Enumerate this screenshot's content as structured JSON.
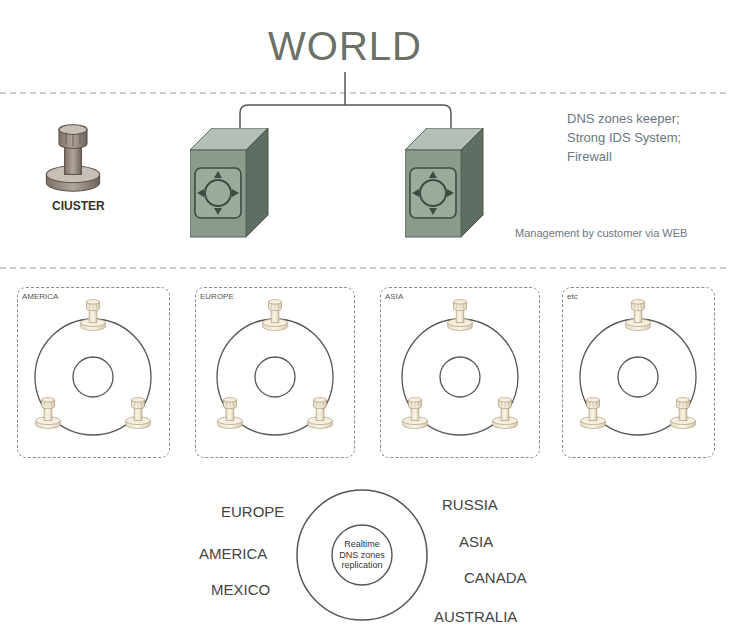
{
  "diagram": {
    "title": "WORLD",
    "nodes": [
      {
        "text": [
          "AMERICA"
        ]
      },
      {
        "text": [
          "EUROPE"
        ]
      },
      {
        "text": [
          "ASIA"
        ]
      },
      {
        "text": [
          "etc"
        ]
      },
      {
        "text": [
          "Realtime DNS zones replication"
        ]
      }
    ],
    "labels": [
      "CIUSTER",
      "DNS zones keeper;",
      "Strong IDS System;",
      "Firewall",
      "Management by customer via WEB",
      "EUROPE",
      "AMERICA",
      "MEXICO",
      "RUSSIA",
      "ASIA",
      "CANADA",
      "AUSTRALIA"
    ]
  }
}
